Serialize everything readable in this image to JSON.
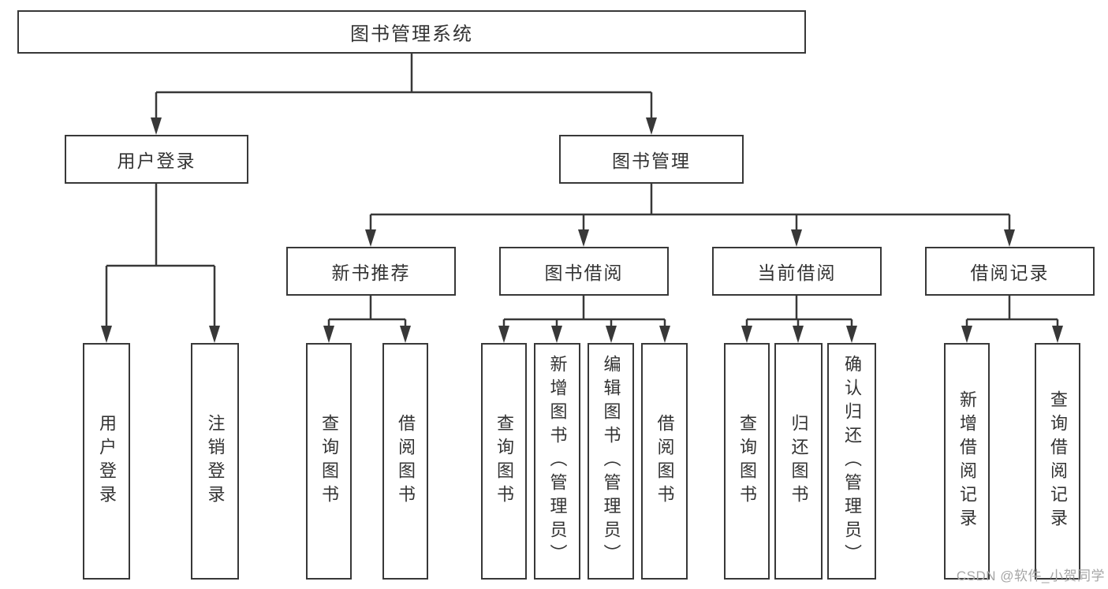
{
  "tree": {
    "label": "图书管理系统",
    "children": [
      {
        "label": "用户登录",
        "children": [
          {
            "label": "用户登录"
          },
          {
            "label": "注销登录"
          }
        ]
      },
      {
        "label": "图书管理",
        "children": [
          {
            "label": "新书推荐",
            "children": [
              {
                "label": "查询图书"
              },
              {
                "label": "借阅图书"
              }
            ]
          },
          {
            "label": "图书借阅",
            "children": [
              {
                "label": "查询图书"
              },
              {
                "label": "新增图书（管理员）"
              },
              {
                "label": "编辑图书（管理员）"
              },
              {
                "label": "借阅图书"
              }
            ]
          },
          {
            "label": "当前借阅",
            "children": [
              {
                "label": "查询图书"
              },
              {
                "label": "归还图书"
              },
              {
                "label": "确认归还（管理员）"
              }
            ]
          },
          {
            "label": "借阅记录",
            "children": [
              {
                "label": "新增借阅记录"
              },
              {
                "label": "查询借阅记录"
              }
            ]
          }
        ]
      }
    ]
  },
  "watermark": {
    "text": "CSDN @软件_小贺同学"
  },
  "colors": {
    "background": "#ffffff",
    "line": "#383838",
    "box_border": "#383838",
    "text": "#333333",
    "watermark": "#a6a6a6"
  }
}
